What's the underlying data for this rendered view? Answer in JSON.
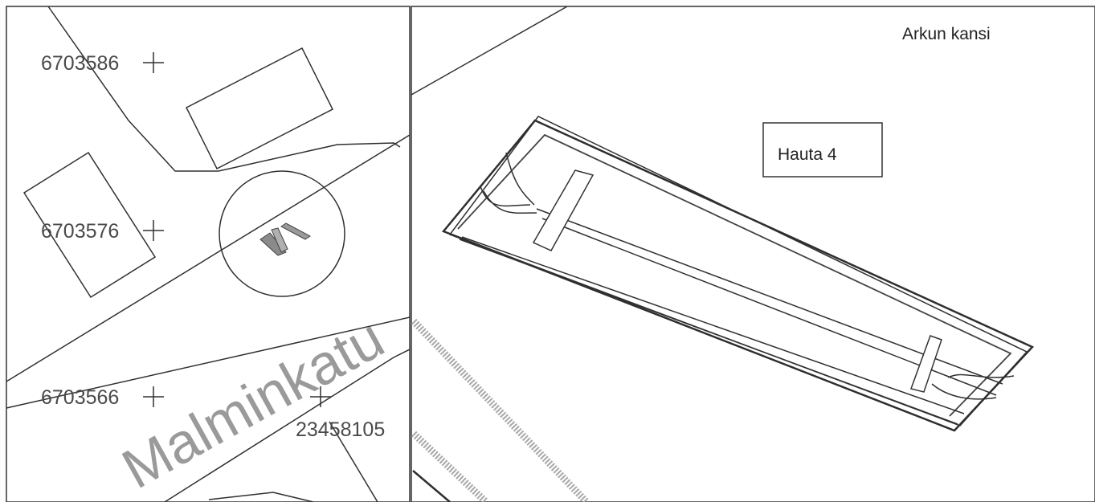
{
  "left_map": {
    "coordinates": {
      "n1": "6703586",
      "n2": "6703576",
      "n3": "6703566",
      "e1": "23458105"
    },
    "street_name": "Malminkatu"
  },
  "right_map": {
    "lid_label": "Arkun kansi",
    "grave_label": "Hauta 4"
  },
  "colors": {
    "line": "#303030",
    "street_text": "#9a9a9a",
    "hatch": "#a8a8a8"
  }
}
